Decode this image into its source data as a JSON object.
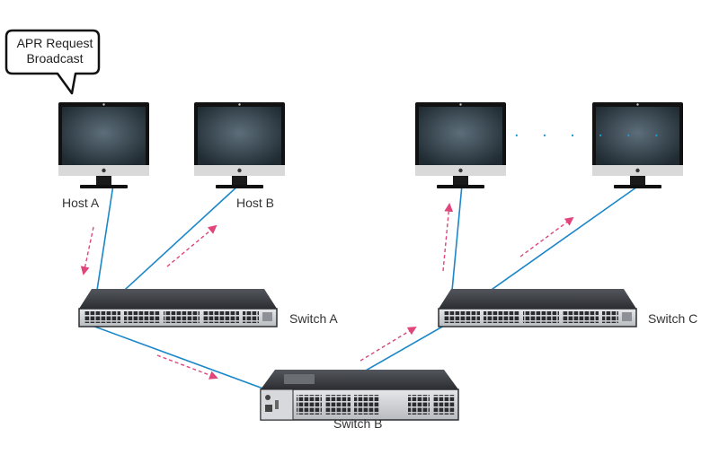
{
  "callout": {
    "line1": "APR Request",
    "line2": "Broadcast"
  },
  "hosts": {
    "host_a": "Host A",
    "host_b": "Host B"
  },
  "switches": {
    "switch_a": "Switch A",
    "switch_b": "Switch B",
    "switch_c": "Switch C"
  },
  "ellipsis": ". . . . . .",
  "colors": {
    "link": "#1b87c9",
    "arrow": "#e0457b",
    "ellipsis": "#1d9ad3",
    "monitor_frame": "#1a1a1a",
    "screen": "#3a4a55",
    "switch_body": "#3b3d41"
  },
  "icons": [
    "speech-bubble",
    "monitor-icon",
    "network-switch-icon",
    "dashed-arrow"
  ]
}
